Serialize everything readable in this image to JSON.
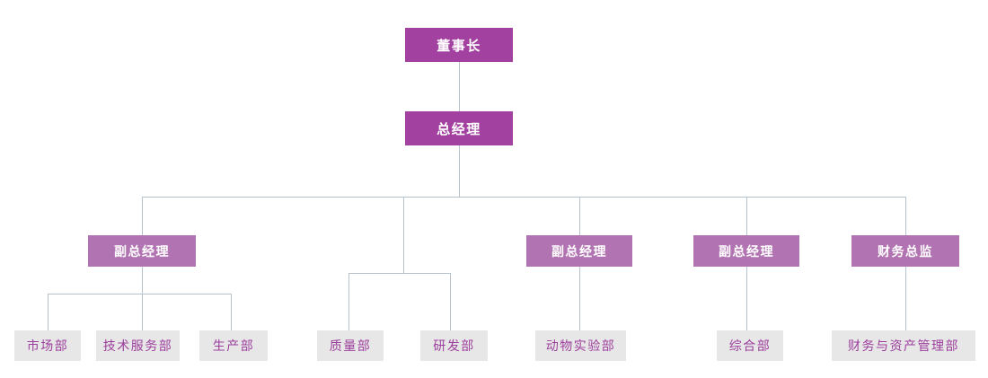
{
  "chart_type": "org-chart",
  "colors": {
    "primary": "#a241a0",
    "secondary": "#b273b2",
    "dept_bg": "#e7e7e7",
    "dept_text": "#9c3e9c",
    "line": "#b7c3cc",
    "canvas_bg": "#ffffff"
  },
  "hierarchy": {
    "label": "董事长",
    "children": [
      {
        "label": "总经理",
        "children": [
          {
            "label": "副总经理",
            "children": [
              {
                "label": "市场部"
              },
              {
                "label": "技术服务部"
              },
              {
                "label": "生产部"
              }
            ]
          },
          {
            "label": "",
            "children": [
              {
                "label": "质量部"
              },
              {
                "label": "研发部"
              }
            ]
          },
          {
            "label": "副总经理",
            "children": [
              {
                "label": "动物实验部"
              }
            ]
          },
          {
            "label": "副总经理",
            "children": [
              {
                "label": "综合部"
              }
            ]
          },
          {
            "label": "财务总监",
            "children": [
              {
                "label": "财务与资产管理部"
              }
            ]
          }
        ]
      }
    ]
  }
}
